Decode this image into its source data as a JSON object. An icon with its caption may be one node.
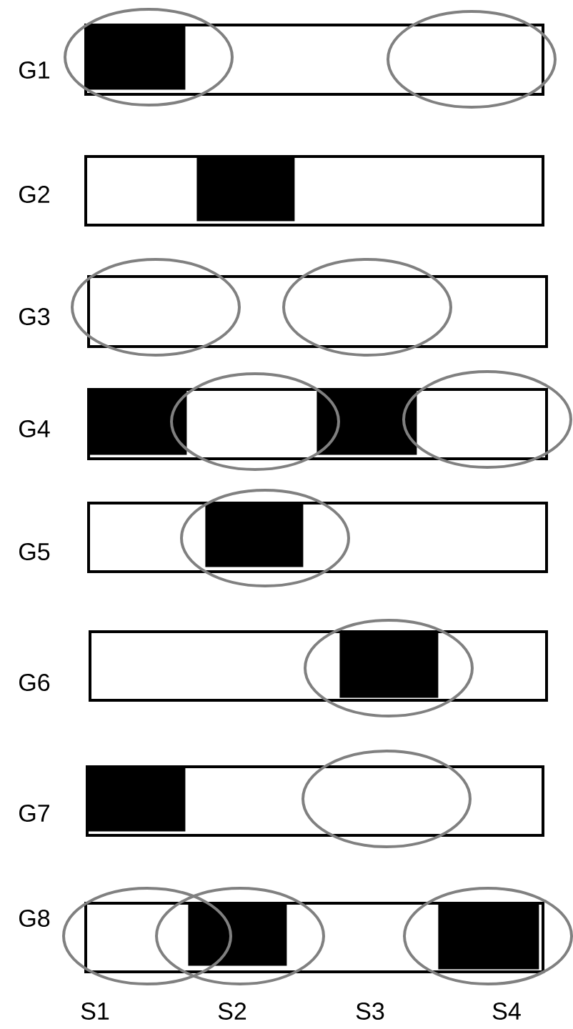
{
  "diagram": {
    "nodes": [
      {
        "text": [],
        "shape": "bar"
      },
      {
        "text": [],
        "shape": "box"
      },
      {
        "text": [],
        "shape": "ellipse"
      },
      {
        "text": [],
        "shape": "ellipse"
      },
      {
        "text": [],
        "shape": "bar"
      },
      {
        "text": [],
        "shape": "box",
        "in": 4
      },
      {
        "text": [],
        "shape": "bar"
      },
      {
        "text": [],
        "shape": "ellipse"
      },
      {
        "text": [],
        "shape": "ellipse"
      },
      {
        "text": [],
        "shape": "bar"
      },
      {
        "text": [],
        "shape": "box",
        "in": 9
      },
      {
        "text": [],
        "shape": "box",
        "in": 9
      },
      {
        "text": [],
        "shape": "ellipse"
      },
      {
        "text": [],
        "shape": "ellipse"
      },
      {
        "text": [],
        "shape": "bar"
      },
      {
        "text": [],
        "shape": "box"
      },
      {
        "text": [],
        "shape": "ellipse"
      },
      {
        "text": [],
        "shape": "bar"
      },
      {
        "text": [],
        "shape": "box"
      },
      {
        "text": [],
        "shape": "ellipse"
      },
      {
        "text": [],
        "shape": "bar"
      },
      {
        "text": [],
        "shape": "box",
        "in": 20
      },
      {
        "text": [],
        "shape": "ellipse"
      },
      {
        "text": [],
        "shape": "bar"
      },
      {
        "text": [],
        "shape": "box"
      },
      {
        "text": [],
        "shape": "box"
      },
      {
        "text": [],
        "shape": "ellipse"
      },
      {
        "text": [],
        "shape": "ellipse"
      },
      {
        "text": [],
        "shape": "ellipse"
      }
    ],
    "labels": [
      "G1",
      "G2",
      "G3",
      "G4",
      "G5",
      "G6",
      "G7",
      "G8",
      "S1",
      "S2",
      "S3",
      "S4"
    ]
  }
}
